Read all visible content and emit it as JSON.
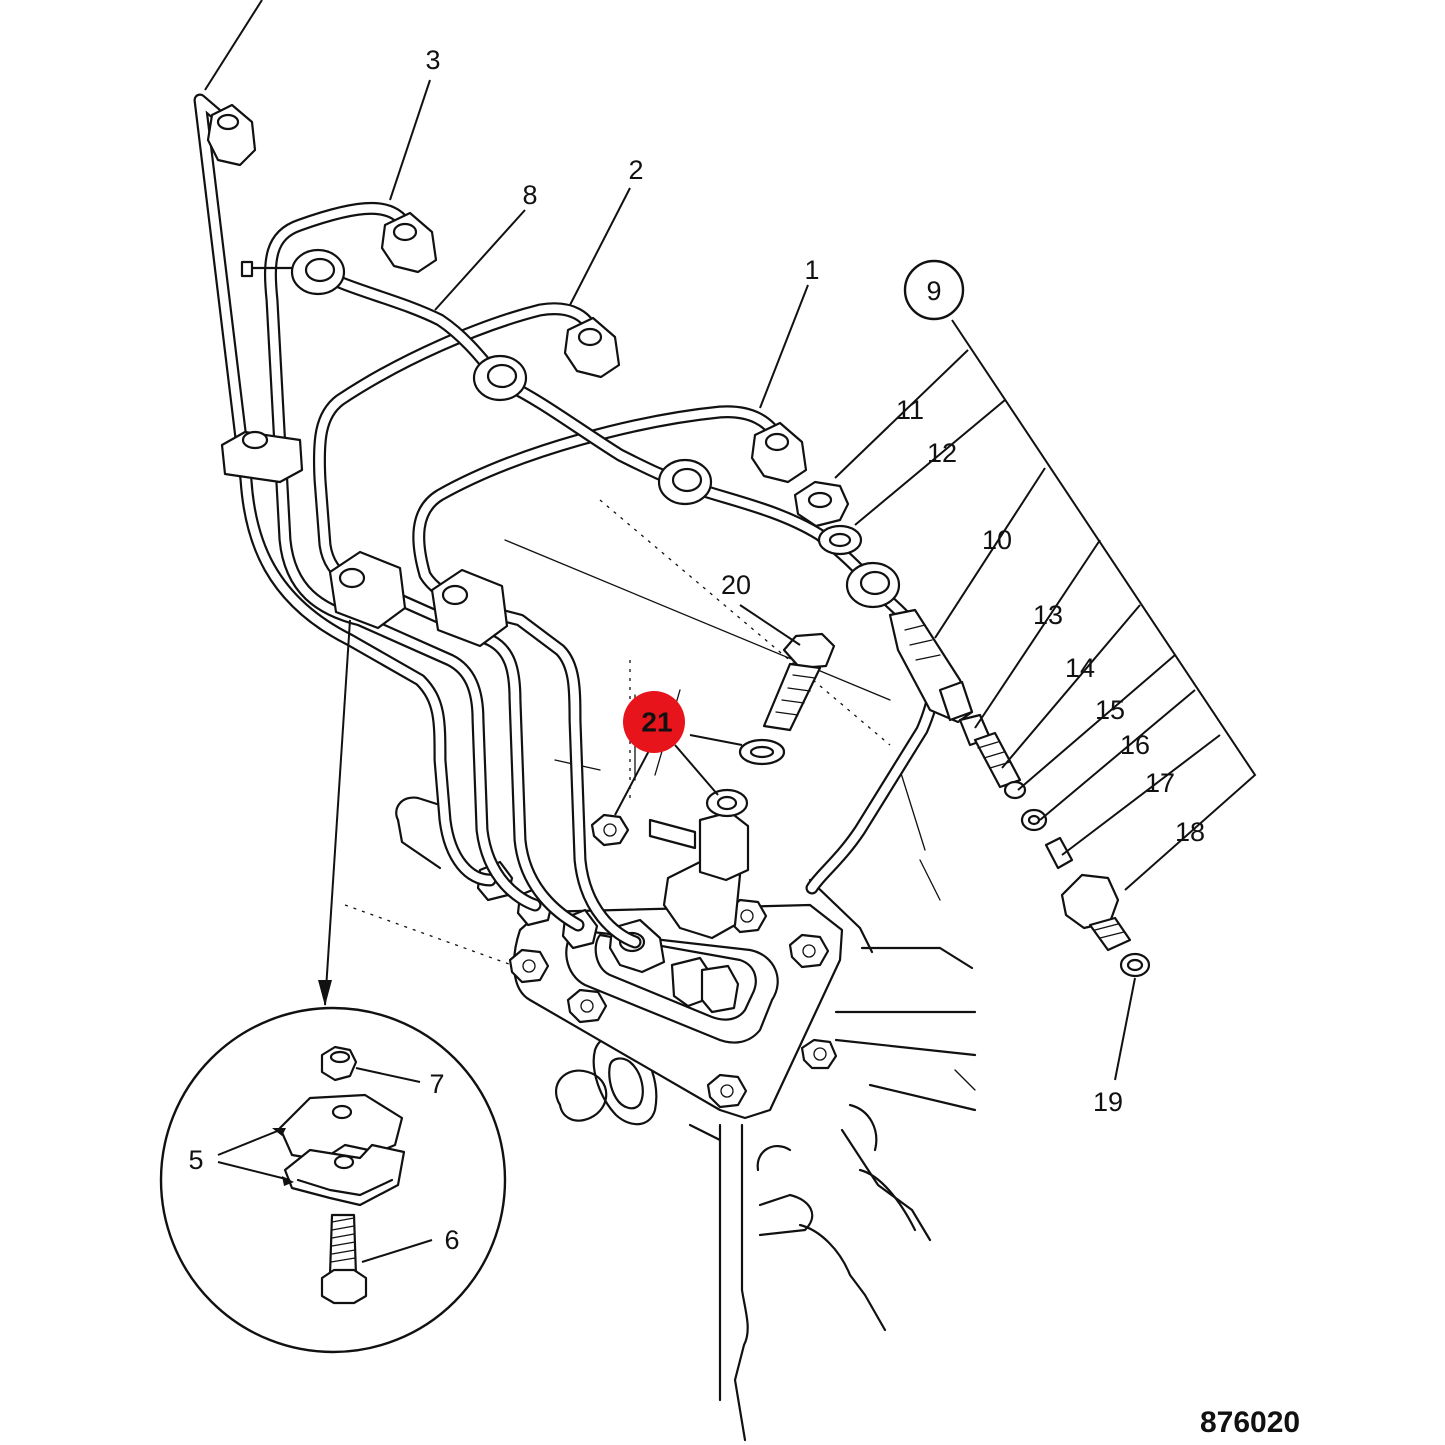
{
  "diagram": {
    "figure_ref": "876020",
    "callouts": {
      "c1": "1",
      "c2": "2",
      "c3": "3",
      "c5": "5",
      "c6": "6",
      "c7": "7",
      "c8": "8",
      "c9": "9",
      "c10": "10",
      "c11": "11",
      "c12": "12",
      "c13": "13",
      "c14": "14",
      "c15": "15",
      "c16": "16",
      "c17": "17",
      "c18": "18",
      "c19": "19",
      "c20": "20",
      "c21": "21"
    },
    "highlight_color": "#e8141b",
    "line_color": "#111111"
  }
}
